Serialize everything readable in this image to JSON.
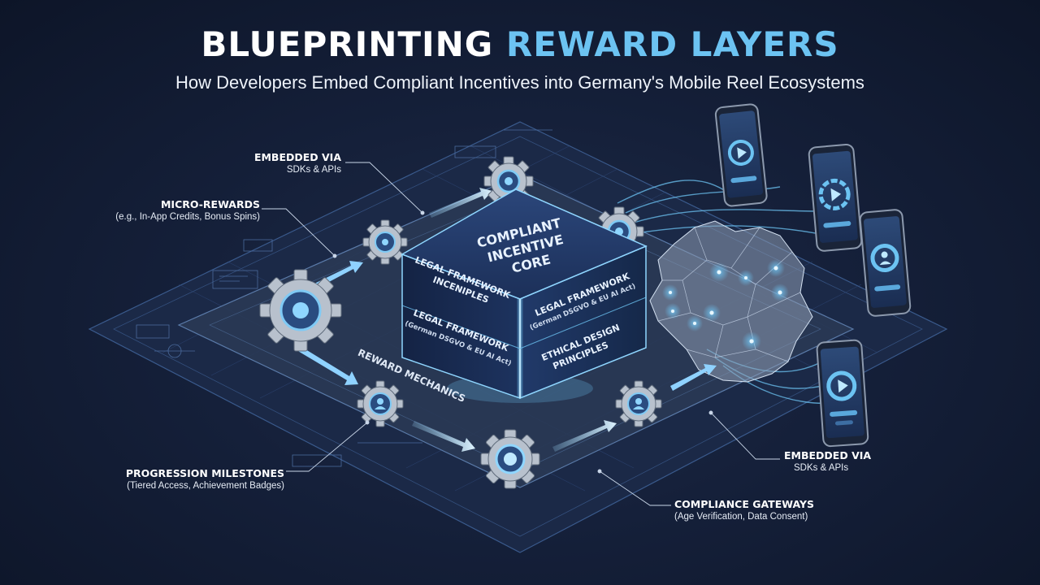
{
  "header": {
    "title_part1": "BLUEPRINTING",
    "title_part2": "REWARD LAYERS",
    "subtitle": "How Developers Embed Compliant Incentives into Germany's Mobile Reel Ecosystems"
  },
  "callouts": {
    "embedded_top": {
      "heading": "EMBEDDED VIA",
      "detail": "SDKs & APIs"
    },
    "micro_rewards": {
      "heading": "MICRO-REWARDS",
      "detail": "(e.g., In-App Credits, Bonus Spins)"
    },
    "progression": {
      "heading": "PROGRESSION MILESTONES",
      "detail": "(Tiered Access, Achievement Badges)"
    },
    "embedded_right": {
      "heading": "EMBEDDED VIA",
      "detail": "SDKs & APIs"
    },
    "compliance": {
      "heading": "COMPLIANCE GATEWAYS",
      "detail": "(Age Verification, Data Consent)"
    }
  },
  "core": {
    "top_line1": "COMPLIANT",
    "top_line2": "INCENTIVE",
    "top_line3": "CORE",
    "left_upper_line1": "LEGAL FRAMEWORK",
    "left_upper_line2": "INCENIPLES",
    "left_lower_line1": "LEGAL FRAMEWORK",
    "left_lower_line2": "(German DSGVO & EU AI Act)",
    "right_upper_line1": "LEGAL FRAMEWORK",
    "right_upper_line2": "(German DSGVO & EU AI Act)",
    "right_lower_line1": "ETHICAL DESIGN",
    "right_lower_line2": "PRINCIPLES",
    "platform_label": "REWARD MECHANICS"
  },
  "colors": {
    "accent": "#6cc3f2",
    "background": "#15203a",
    "cube": "#1a2c52",
    "glow": "#8fd6ff"
  }
}
